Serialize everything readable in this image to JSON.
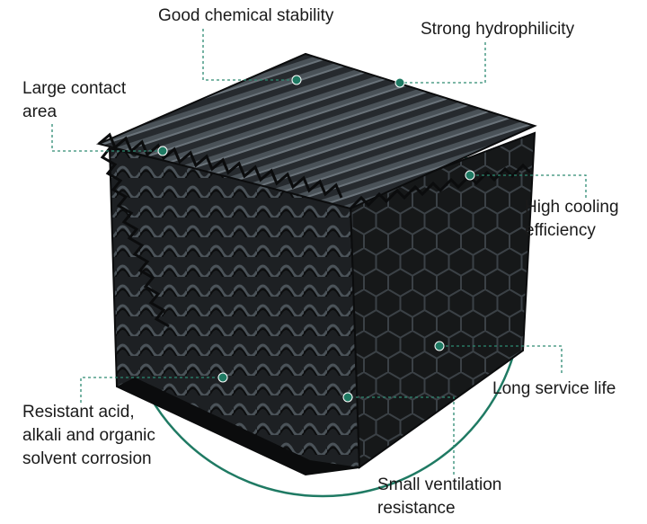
{
  "colors": {
    "background": "#ffffff",
    "accent": "#1f7a63",
    "leader_line": "#2d8a72",
    "text": "#1a1a1a",
    "fill_dark": "#141516",
    "fill_top": "#2a2f33"
  },
  "product_image": "cooling-tower-fill-pack-image",
  "annotations": {
    "chemical_stability": "Good chemical stability",
    "hydrophilicity": "Strong hydrophilicity",
    "contact_area_1": "Large contact",
    "contact_area_2": "area",
    "cooling_efficiency_1": "High cooling",
    "cooling_efficiency_2": "efficiency",
    "service_life": "Long service life",
    "corrosion_1": "Resistant acid,",
    "corrosion_2": "alkali and organic",
    "corrosion_3": "solvent corrosion",
    "ventilation_1": "Small ventilation",
    "ventilation_2": "resistance"
  }
}
